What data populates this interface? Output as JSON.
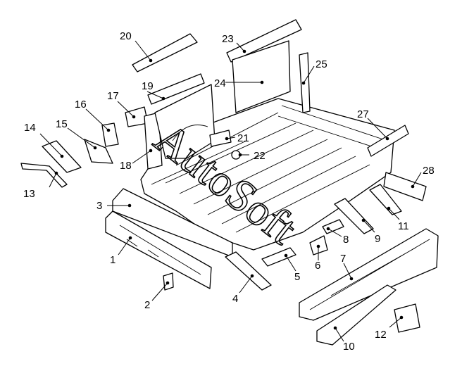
{
  "diagram": {
    "watermark": "AutoSoft",
    "callouts": [
      "1",
      "2",
      "3",
      "4",
      "5",
      "6",
      "7",
      "8",
      "9",
      "10",
      "11",
      "12",
      "13",
      "14",
      "15",
      "16",
      "17",
      "18",
      "19",
      "20",
      "21",
      "22",
      "23",
      "24",
      "25",
      "27",
      "28"
    ]
  }
}
